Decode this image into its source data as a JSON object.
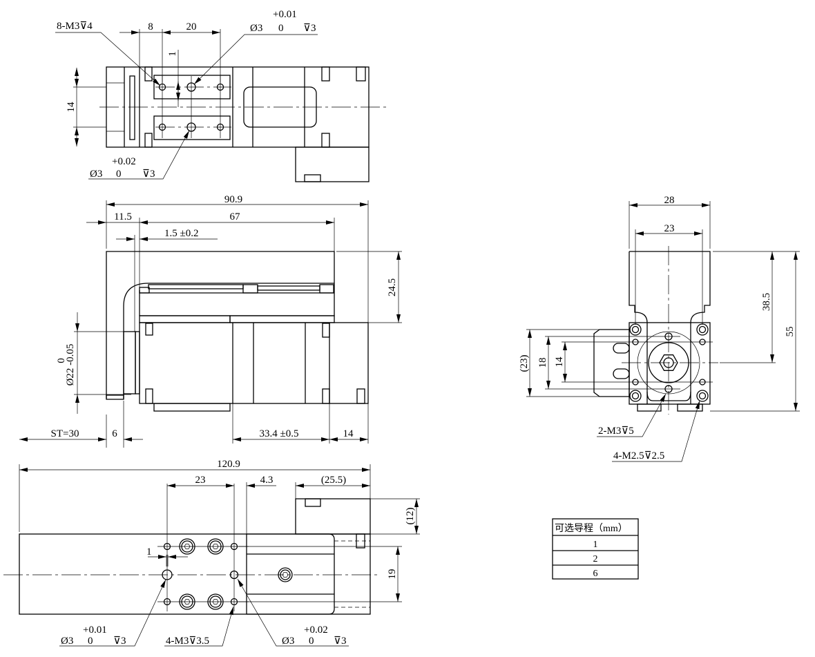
{
  "top_view": {
    "thread_callout": "8-M3⊽4",
    "dim_8": "8",
    "dim_20": "20",
    "dim_1": "1",
    "dim_14": "14",
    "pin_hole_upper": {
      "tol": "+0.01",
      "dia": "Ø3",
      "lower_tol": "0",
      "depth": "⊽3"
    },
    "pin_hole_lower": {
      "tol": "+0.02",
      "dia": "Ø3",
      "lower_tol": "0",
      "depth": "⊽3"
    }
  },
  "side_view": {
    "dim_total": "90.9",
    "dim_11_5": "11.5",
    "dim_67": "67",
    "dim_1_5": "1.5 ±0.2",
    "dim_24_5": "24.5",
    "dim_dia22_upper": "0",
    "dim_dia22": "Ø22 -0.05",
    "dim_stroke": "ST=30",
    "dim_6": "6",
    "dim_33_4": "33.4 ±0.5",
    "dim_14": "14"
  },
  "bottom_view": {
    "dim_total": "120.9",
    "dim_23": "23",
    "dim_4_3": "4.3",
    "dim_25_5": "(25.5)",
    "dim_12": "(12)",
    "dim_19": "19",
    "dim_1": "1",
    "pin_hole_left": {
      "tol": "+0.01",
      "dia": "Ø3",
      "lower_tol": "0",
      "depth": "⊽3"
    },
    "thread_callout": "4-M3⊽3.5",
    "pin_hole_right": {
      "tol": "+0.02",
      "dia": "Ø3",
      "lower_tol": "0",
      "depth": "⊽3"
    }
  },
  "front_view": {
    "dim_28": "28",
    "dim_23": "23",
    "dim_38_5": "38.5",
    "dim_55": "55",
    "dim_23_ref": "(23)",
    "dim_18": "18",
    "dim_14": "14",
    "callout_m3": "2-M3⊽5",
    "callout_m2_5": "4-M2.5⊽2.5"
  },
  "lead_table": {
    "header": "可选导程（mm）",
    "rows": [
      "1",
      "2",
      "6"
    ]
  }
}
